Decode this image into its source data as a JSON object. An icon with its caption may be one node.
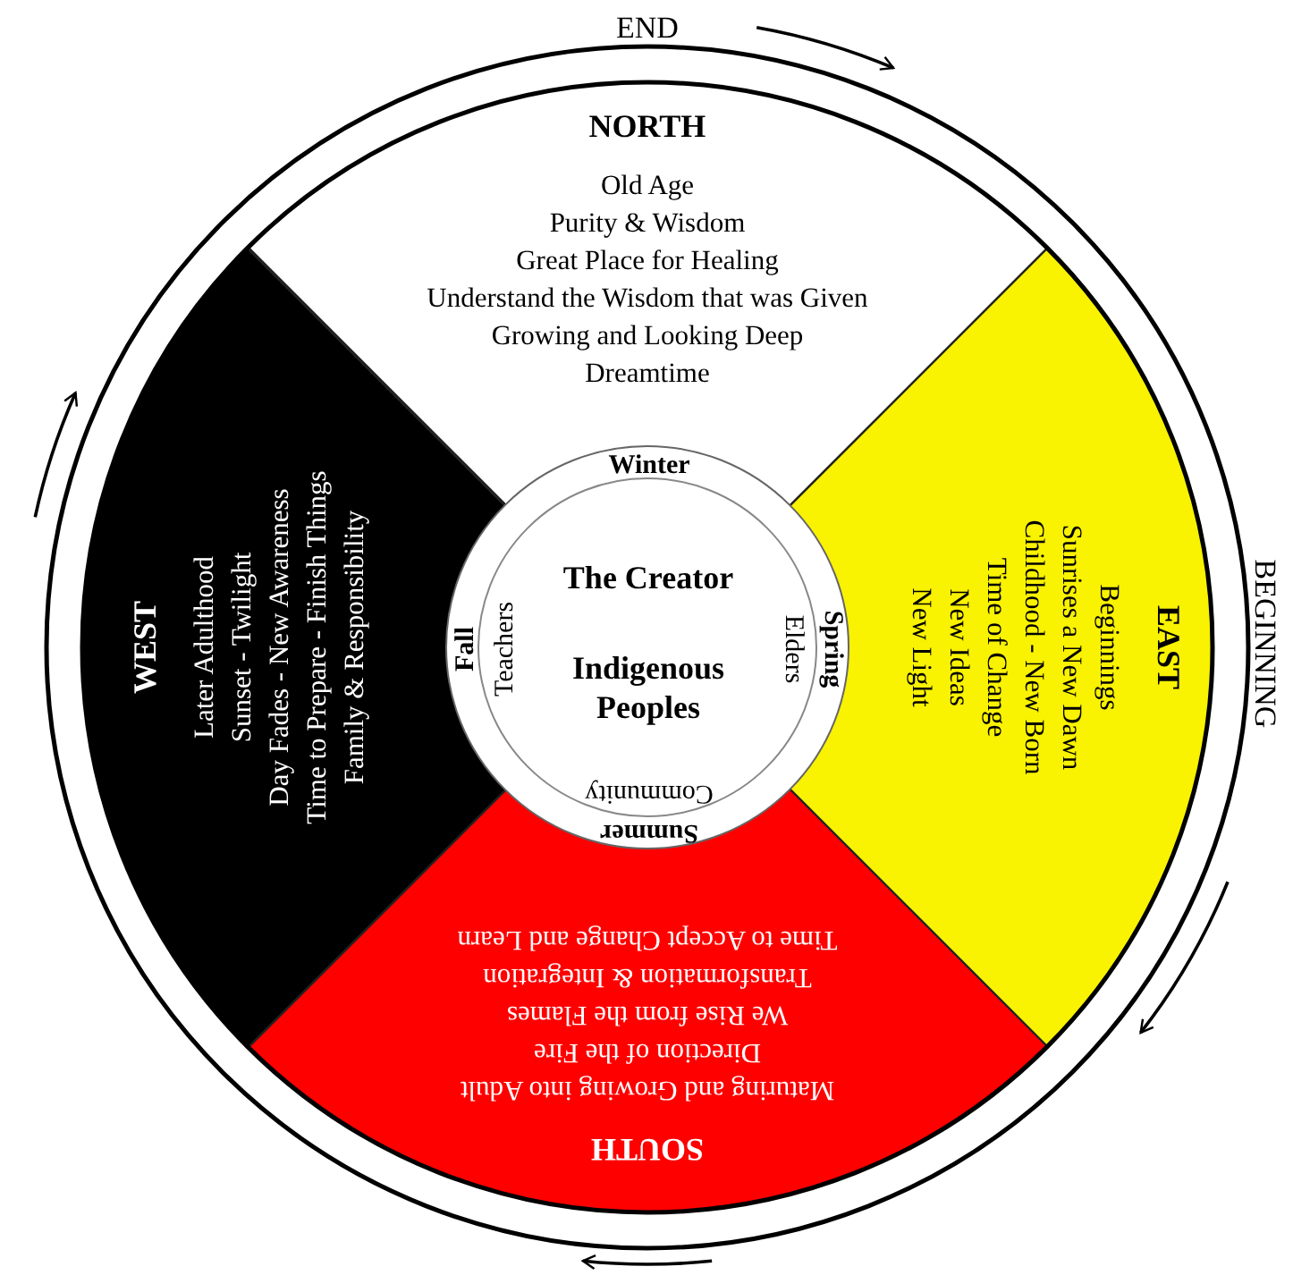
{
  "diagram": {
    "nodes": [
      {
        "text": [
          "NORTH",
          "Old Age",
          "Purity & Wisdom",
          "Great Place for Healing",
          "Understand the Wisdom that was Given",
          "Growing and Looking Deep",
          "Dreamtime"
        ]
      },
      {
        "text": [
          "EAST",
          "Beginnings",
          "Sunrises a New Dawn",
          "Childhood - New Born",
          "Time of Change",
          "New Ideas",
          "New Light"
        ]
      },
      {
        "text": [
          "SOUTH",
          "Maturing and Growing into Adult",
          "Direction of the Fire",
          "We Rise from the Flames",
          "Transformation & Integration",
          "Time to Accept Change and Learn"
        ]
      },
      {
        "text": [
          "WEST",
          "Later Adulthood",
          "Sunset - Twilight",
          "Day Fades - New Awareness",
          "Time to Prepare - Finish Things",
          "Family & Responsibility"
        ]
      },
      {
        "text": [
          "Winter",
          "Spring",
          "Summer",
          "Fall"
        ]
      },
      {
        "text": [
          "The Creator",
          "Indigenous Peoples",
          "Elders",
          "Community",
          "Teachers"
        ],
        "in": 4
      }
    ],
    "labels": [
      "END",
      "BEGINNING"
    ]
  }
}
